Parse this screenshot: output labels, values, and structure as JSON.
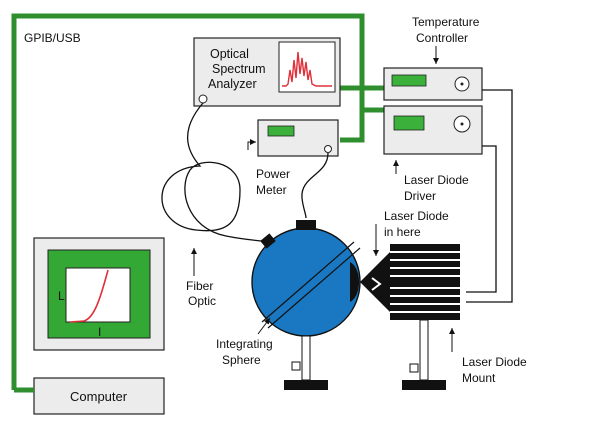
{
  "bus": {
    "label": "GPIB/USB",
    "color": "#2f8f2f"
  },
  "instruments": {
    "osa": {
      "label_lines": [
        "Optical",
        "Spectrum",
        "Analyzer"
      ]
    },
    "temperature_controller": {
      "label_lines": [
        "Temperature",
        "Controller"
      ]
    },
    "power_meter": {
      "label_lines": [
        "Power",
        "Meter"
      ]
    },
    "laser_diode_driver": {
      "label_lines": [
        "Laser Diode",
        "Driver"
      ]
    },
    "computer": {
      "label": "Computer",
      "plot_axis_y": "L",
      "plot_axis_x": "I"
    }
  },
  "components": {
    "fiber_optic": {
      "label_lines": [
        "Fiber",
        "Optic"
      ]
    },
    "integrating_sphere": {
      "label_lines": [
        "Integrating",
        "Sphere"
      ],
      "color": "#1a78c2"
    },
    "laser_diode_in_here": {
      "label_lines": [
        "Laser Diode",
        "in here"
      ]
    },
    "laser_diode_mount": {
      "label_lines": [
        "Laser Diode",
        "Mount"
      ]
    }
  },
  "colors": {
    "panel_display": "#3bb03b",
    "device_fill": "#ececec",
    "screen_green": "#34a834",
    "trace_red": "#e0303a",
    "sphere_blue": "#1a78c2"
  }
}
